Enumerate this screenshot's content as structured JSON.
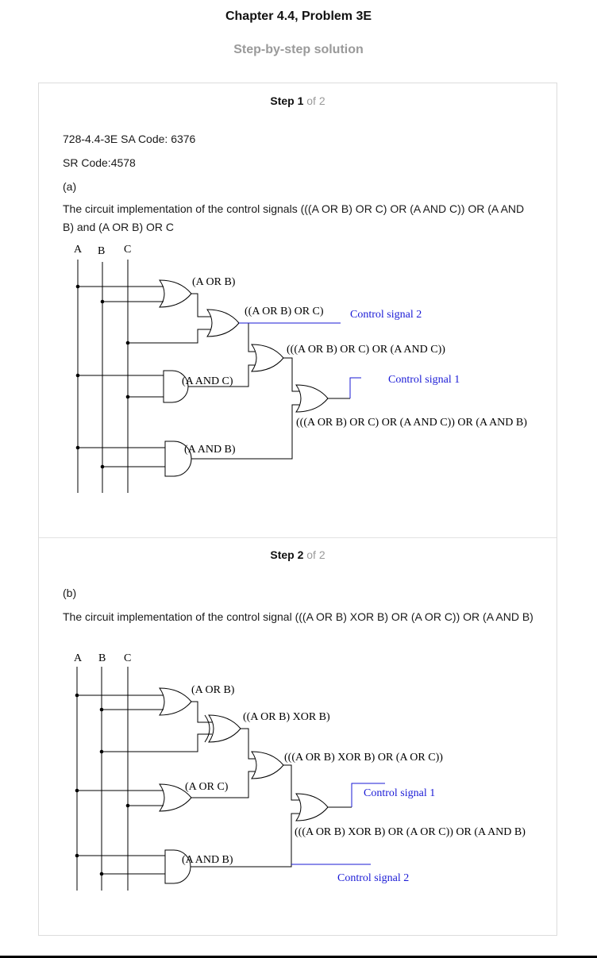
{
  "header": {
    "title": "Chapter 4.4, Problem 3E",
    "subtitle": "Step-by-step solution"
  },
  "steps": [
    {
      "label": "Step 1",
      "of": " of 2",
      "paragraphs": [
        "728-4.4-3E SA Code: 6376",
        "SR Code:4578",
        "(a)",
        "The circuit implementation of the control signals (((A OR B) OR C) OR (A AND C)) OR (A AND B) and (A OR B) OR C"
      ],
      "circuit": {
        "inputs": [
          "A",
          "B",
          "C"
        ],
        "gate_labels": [
          "(A OR B)",
          "((A OR B) OR C)",
          "(((A OR B) OR C) OR (A AND C))",
          "(A AND C)",
          "(((A OR B) OR C) OR (A AND C)) OR (A AND B)",
          "(A AND B)"
        ],
        "outputs": [
          "Control signal 2",
          "Control signal 1"
        ],
        "colors": {
          "wire": "#000000",
          "signal": "#1a1ad6"
        }
      }
    },
    {
      "label": "Step 2",
      "of": " of 2",
      "paragraphs": [
        "(b)",
        "The circuit implementation of the control signal (((A OR B) XOR B) OR (A OR C)) OR (A AND B)"
      ],
      "circuit": {
        "inputs": [
          "A",
          "B",
          "C"
        ],
        "gate_labels": [
          "(A OR B)",
          "((A OR B) XOR B)",
          "(((A OR B) XOR B) OR (A OR C))",
          "(A OR C)",
          "(((A OR B) XOR B) OR (A OR C)) OR (A AND B)",
          "(A AND B)"
        ],
        "outputs": [
          "Control signal 1",
          "Control signal 2"
        ],
        "colors": {
          "wire": "#000000",
          "signal": "#1a1ad6"
        }
      }
    }
  ]
}
